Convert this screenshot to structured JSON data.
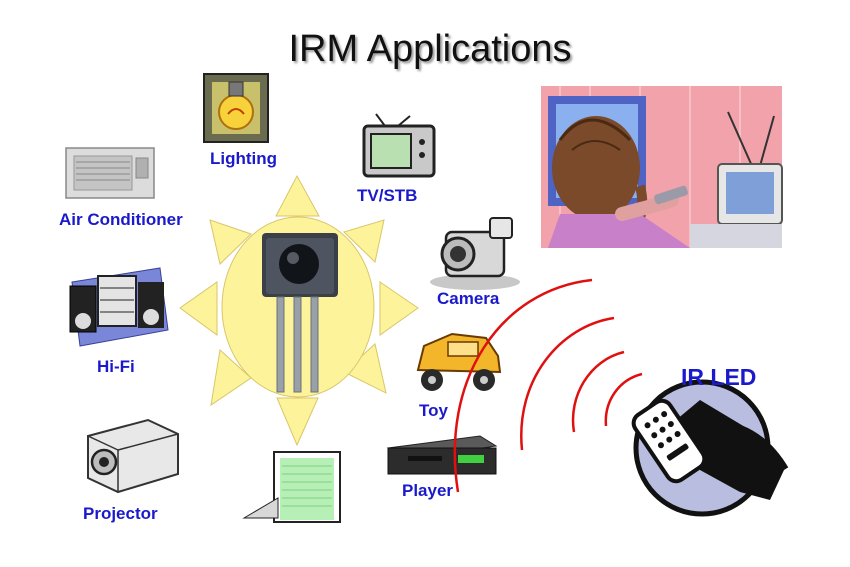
{
  "title": "IRM Applications",
  "hub_label": "IR LED",
  "applications": [
    {
      "key": "lighting",
      "label": "Lighting",
      "icon": "light-bulb-icon"
    },
    {
      "key": "tv",
      "label": "TV/STB",
      "icon": "tv-icon"
    },
    {
      "key": "aircon",
      "label": "Air Conditioner",
      "icon": "air-conditioner-icon"
    },
    {
      "key": "camera",
      "label": "Camera",
      "icon": "camcorder-icon"
    },
    {
      "key": "hifi",
      "label": "Hi-Fi",
      "icon": "stereo-icon"
    },
    {
      "key": "toy",
      "label": "Toy",
      "icon": "toy-car-icon"
    },
    {
      "key": "projector",
      "label": "Projector",
      "icon": "projector-icon"
    },
    {
      "key": "player",
      "label": "Player",
      "icon": "dvd-player-icon"
    },
    {
      "key": "laptop",
      "label": "",
      "icon": "laptop-icon"
    }
  ],
  "colors": {
    "label_blue": "#1a1acc",
    "sun_fill": "#fdf39a",
    "ir_wave": "#e01010",
    "scene_pink": "#f0a0a8"
  }
}
